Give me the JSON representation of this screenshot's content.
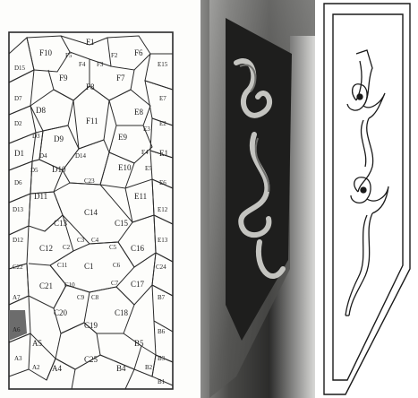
{
  "tile_labels": {
    "top": [
      "F1",
      "F10",
      "F5",
      "F4",
      "F3",
      "F2",
      "F6",
      "F9",
      "F8",
      "F7",
      "F11"
    ],
    "left_edge": [
      "D15",
      "D7",
      "D2",
      "D1",
      "D6",
      "D13",
      "D12",
      "C22",
      "A7",
      "A6",
      "A3",
      "A2"
    ],
    "right_edge": [
      "E15",
      "E7",
      "E2",
      "E1",
      "E6",
      "E12",
      "E13",
      "C24",
      "B7",
      "B6",
      "B3",
      "B2",
      "B1"
    ],
    "d_group": [
      "D8",
      "D3",
      "D9",
      "D4",
      "D5",
      "D10",
      "D14",
      "D11"
    ],
    "e_group": [
      "E8",
      "E3",
      "E9",
      "E4",
      "E5",
      "E10",
      "E11"
    ],
    "c_group": [
      "C23",
      "C14",
      "C13",
      "C15",
      "C12",
      "C2",
      "C3",
      "C4",
      "C5",
      "C16",
      "C11",
      "C1",
      "C6",
      "C21",
      "C10",
      "C7",
      "C17",
      "C9",
      "C8",
      "C20",
      "C18",
      "C19",
      "C25"
    ],
    "bottom": [
      "A5",
      "B5",
      "A4",
      "B4"
    ]
  },
  "colors": {
    "line": "#2a2a2a",
    "shaded_tile": "#6c6c6c",
    "metal_dark": "#2b2b2b",
    "metal_light": "#b9b9b9"
  },
  "shaded_tile": "A6"
}
